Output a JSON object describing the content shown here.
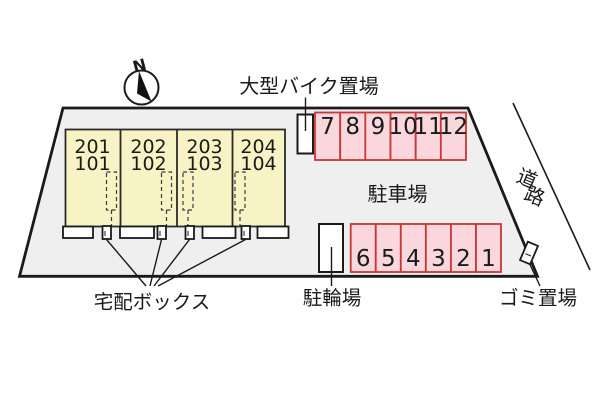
{
  "compass": {
    "north_label": "N"
  },
  "building": {
    "units": [
      {
        "upper": "201",
        "lower": "101"
      },
      {
        "upper": "202",
        "lower": "102"
      },
      {
        "upper": "203",
        "lower": "103"
      },
      {
        "upper": "204",
        "lower": "104"
      }
    ]
  },
  "parking": {
    "area_label": "駐車場",
    "top_row": [
      "7",
      "8",
      "9",
      "10",
      "11",
      "12"
    ],
    "bottom_row": [
      "6",
      "5",
      "4",
      "3",
      "2",
      "1"
    ]
  },
  "facilities": {
    "bike_label": "大型バイク置場",
    "delivery_label": "宅配ボックス",
    "bicycle_label": "駐輪場",
    "garbage_label": "ゴミ置場"
  },
  "road": {
    "label": "道路",
    "char1": "道",
    "char2": "路"
  },
  "colors": {
    "site_fill": "#efefef",
    "building_fill": "#f8f3c5",
    "stall_fill": "#f9d7dc",
    "stall_border": "#c93636",
    "line": "#1a1a1a"
  }
}
